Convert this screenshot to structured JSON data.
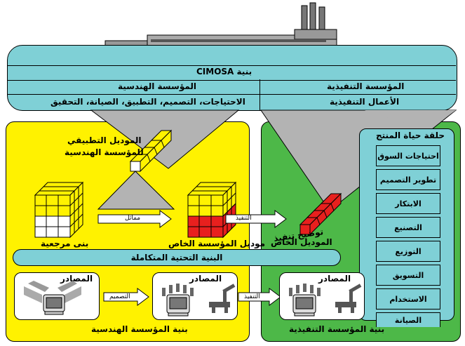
{
  "top": {
    "title": "بنية CIMOSA",
    "engineering_header": "المؤسسة الهندسية",
    "operational_header": "المؤسسة التنفيذية",
    "engineering_desc": "الاحتياجات، التصميم، التطبيق، الصيانة، التحقيق",
    "operational_desc": "الأعمال التنفيذية"
  },
  "engineering": {
    "applied_model_line1": "الموديل التطبيقي",
    "applied_model_line2": "للمؤسسة الهندسية",
    "reference_structures": "بنى مرجعية",
    "specific_model": "موديل المؤسسة الخاص",
    "similar_label": "مماثل",
    "execute_label": "التنفيذ",
    "design_label": "التصميم",
    "resources_label": "المصادر",
    "architecture_label": "بنية المؤسسة الهندسية"
  },
  "operational": {
    "exec_clarify_line1": "توضيح تنفيذ",
    "exec_clarify_line2": "الموديل الخاص",
    "resources_label": "المصادر",
    "architecture_label": "بنية المؤسسة التنفيذية",
    "execute_label": "التنفيذ"
  },
  "infra": {
    "label": "البنية التحتية المتكاملة"
  },
  "lifecycle": {
    "title": "حلقة حياة المنتج",
    "items": [
      "احتياجات السوق",
      "تطوير التصميم",
      "الابتكار",
      "التصنيع",
      "التوزيع",
      "التسويق",
      "الاستخدام",
      "الصيانة"
    ]
  },
  "colors": {
    "yellow": "#fff200",
    "green": "#4db848",
    "cyan": "#7fd0d6",
    "red": "#e8201e",
    "grey": "#b3b3b3"
  }
}
